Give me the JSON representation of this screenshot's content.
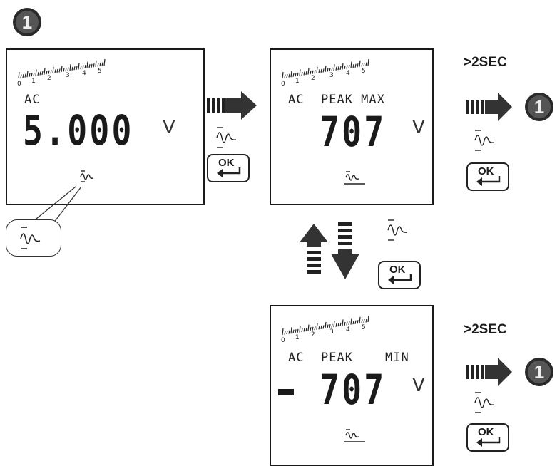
{
  "step_badge": {
    "label": "1"
  },
  "screen_main": {
    "mode": "AC",
    "reading": "5.000",
    "unit": "V",
    "scale_labels": [
      "0",
      "1",
      "2",
      "3",
      "4",
      "5"
    ]
  },
  "screen_peak_max": {
    "mode": "AC",
    "function": "PEAK MAX",
    "reading": "707",
    "unit": "V",
    "scale_labels": [
      "0",
      "1",
      "2",
      "3",
      "4",
      "5"
    ]
  },
  "screen_peak_min": {
    "mode": "AC",
    "function_peak": "PEAK",
    "function_min": "MIN",
    "sign": "-",
    "reading": "707",
    "unit": "V",
    "scale_labels": [
      "0",
      "1",
      "2",
      "3",
      "4",
      "5"
    ]
  },
  "hold_time_top": ">2SEC",
  "hold_time_bottom": ">2SEC",
  "ok_key": {
    "label": "OK"
  },
  "return_badges": [
    "1",
    "1"
  ],
  "icons": [
    "peak-function-icon",
    "ok-enter-key-icon",
    "forward-arrow-icon",
    "up-down-arrow-icon",
    "numbered-badge-icon"
  ]
}
